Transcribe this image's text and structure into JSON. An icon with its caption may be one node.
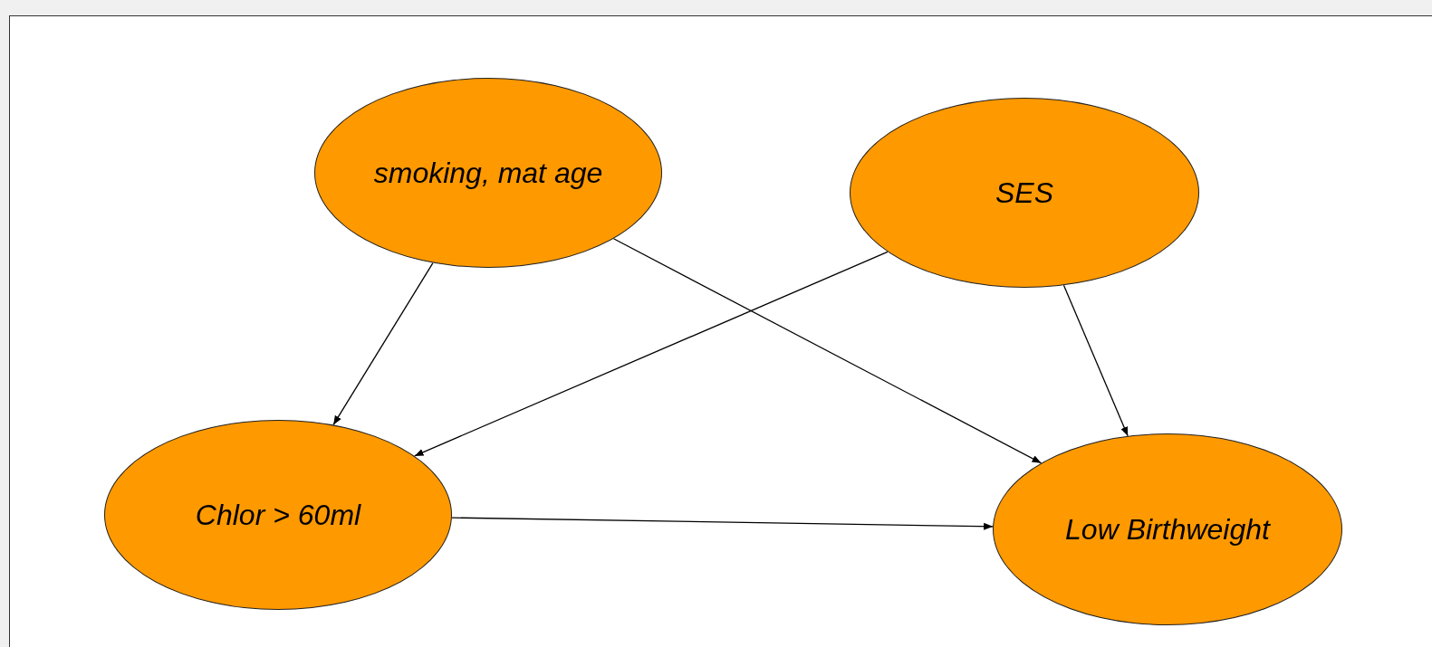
{
  "diagram": {
    "nodes": [
      {
        "text": [
          "smoking, mat age"
        ]
      },
      {
        "text": [
          "SES"
        ]
      },
      {
        "text": [
          "Chlor > 60ml"
        ]
      },
      {
        "text": [
          "Low Birthweight"
        ]
      }
    ],
    "edges": [
      {
        "from": 0,
        "to": 2,
        "arrow": "to"
      },
      {
        "from": 0,
        "to": 3,
        "arrow": "to"
      },
      {
        "from": 1,
        "to": 2,
        "arrow": "to"
      },
      {
        "from": 1,
        "to": 3,
        "arrow": "to"
      },
      {
        "from": 2,
        "to": 3,
        "arrow": "to"
      }
    ]
  }
}
